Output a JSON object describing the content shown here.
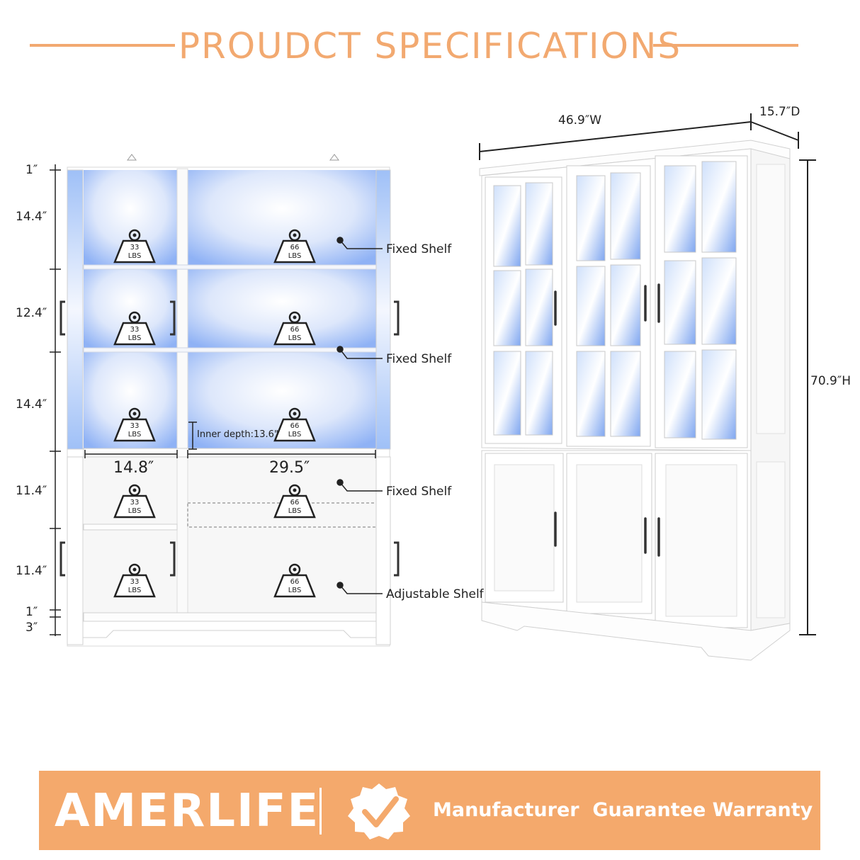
{
  "title": "PROUDCT SPECIFICATIONS",
  "colors": {
    "accent": "#f2a970",
    "banner": "#f4a96c"
  },
  "left_heights": [
    "1″",
    "14.4″",
    "12.4″",
    "14.4″",
    "11.4″",
    "11.4″",
    "1″",
    "3″"
  ],
  "shelf_labels": {
    "fixed1": "Fixed Shelf",
    "fixed2": "Fixed Shelf",
    "fixed3": "Fixed Shelf",
    "adjustable": "Adjustable Shelf"
  },
  "inner_depth": "Inner depth:13.6\"",
  "widths": {
    "left": "14.8″",
    "right": "29.5″"
  },
  "loads": {
    "small": {
      "value": "33",
      "unit": "LBS"
    },
    "large": {
      "value": "66",
      "unit": "LBS"
    }
  },
  "overall": {
    "width": "46.9″W",
    "depth": "15.7″D",
    "height": "70.9″H"
  },
  "banner": {
    "brand": "AMERLIFE",
    "text": "Manufacturer  Guarantee Warranty"
  }
}
